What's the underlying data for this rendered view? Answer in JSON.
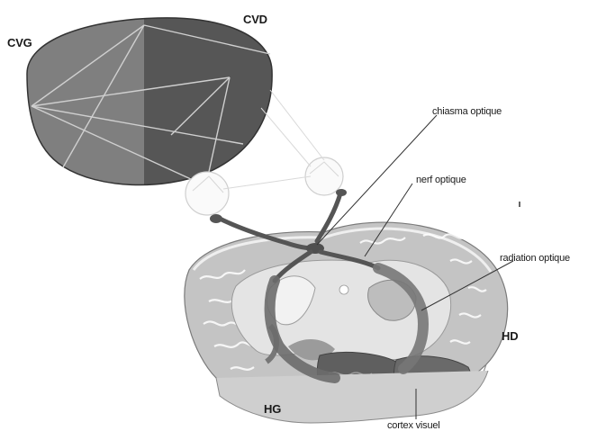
{
  "labels": {
    "cvg": "CVG",
    "cvd": "CVD",
    "chiasma": "chiasma optique",
    "nerf": "nerf optique",
    "radiation": "radiation optique",
    "hd": "HD",
    "hg": "HG",
    "cortex": "cortex visuel"
  },
  "colors": {
    "left_field": "#8a8a8a",
    "right_field": "#5e5e5e",
    "cortex_gray": "#b4b4b4",
    "white_matter": "#e2e2e2",
    "pathway": "#555555",
    "visual_cortex": "#5f5f5f"
  }
}
